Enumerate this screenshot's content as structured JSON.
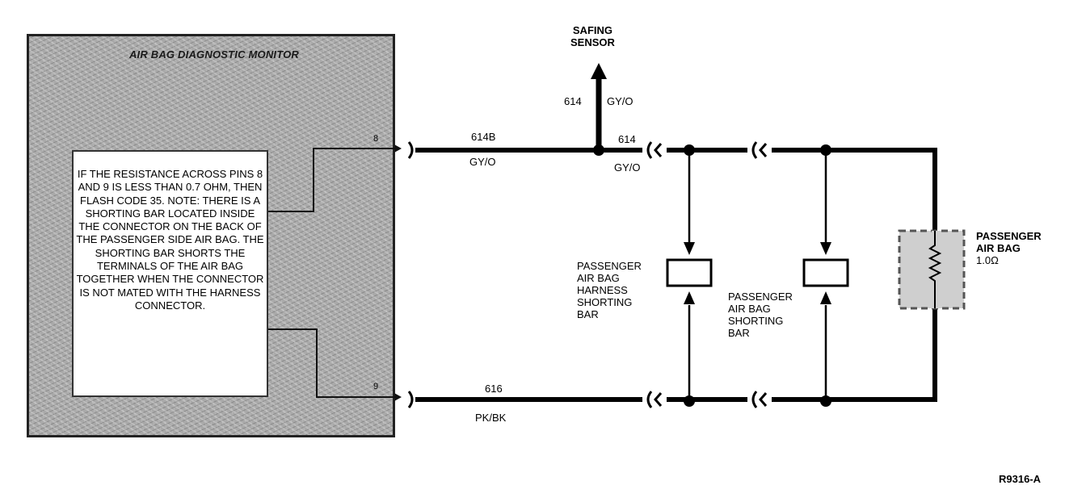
{
  "monitor": {
    "title": "AIR BAG DIAGNOSTIC MONITOR",
    "note": "IF THE RESISTANCE ACROSS PINS 8 AND 9 IS LESS THAN 0.7 OHM, THEN FLASH CODE 35. NOTE: THERE IS A SHORTING BAR LOCATED INSIDE THE CONNECTOR ON THE BACK OF THE PASSENGER SIDE AIR BAG. THE SHORTING BAR SHORTS THE TERMINALS OF THE AIR BAG TOGETHER WHEN THE CONNECTOR IS NOT MATED WITH THE HARNESS CONNECTOR.",
    "pin_top": "8",
    "pin_bottom": "9"
  },
  "safing_sensor": {
    "label": "SAFING\nSENSOR",
    "circuit": "614",
    "color": "GY/O"
  },
  "top_wire": {
    "circuit": "614B",
    "color": "GY/O",
    "circuit_right": "614",
    "color_right": "GY/O"
  },
  "bottom_wire": {
    "circuit": "616",
    "color": "PK/BK"
  },
  "harness_shorting_bar": {
    "label": "PASSENGER\nAIR BAG\nHARNESS\nSHORTING\nBAR"
  },
  "shorting_bar": {
    "label": "PASSENGER\nAIR BAG\nSHORTING\nBAR"
  },
  "air_bag": {
    "title": "PASSENGER\nAIR BAG",
    "resistance": "1.0Ω"
  },
  "figure_id": "R9316-A"
}
